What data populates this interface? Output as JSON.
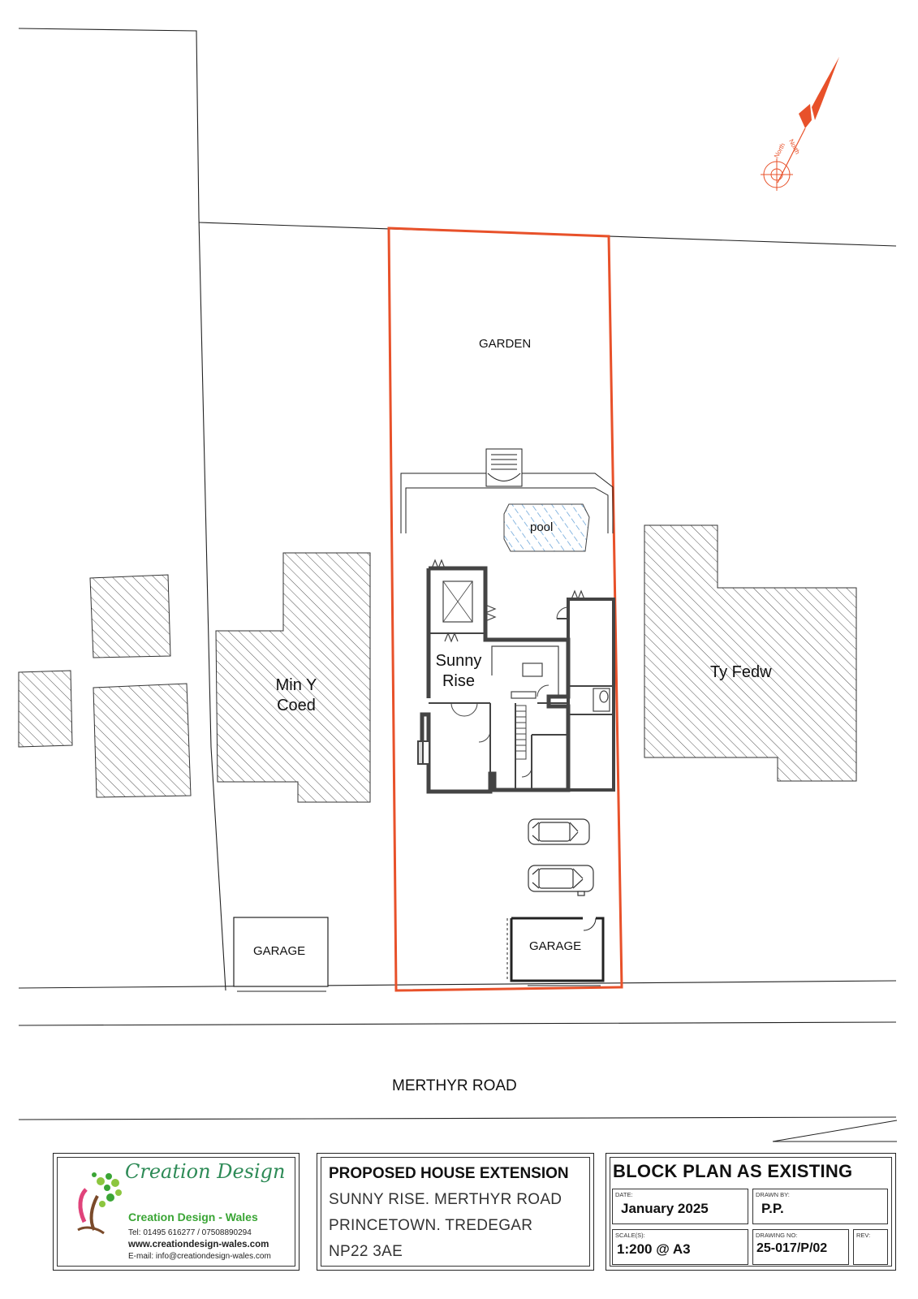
{
  "plan": {
    "labels": {
      "garden": "GARDEN",
      "pool": "pool",
      "sunny_rise": "Sunny\nRise",
      "min_y_coed": "Min Y\nCoed",
      "ty_fedw": "Ty Fedw",
      "garage_left": "GARAGE",
      "garage_right": "GARAGE",
      "road": "MERTHYR ROAD"
    },
    "north_arrow": {
      "label_a": "North",
      "label_b": "North"
    },
    "colors": {
      "boundary": "#e8512a",
      "hatch": "#555555",
      "pool": "#5a9bd5",
      "walls": "#444444"
    }
  },
  "title_block": {
    "logo": {
      "brand": "Creation Design",
      "subtitle": "Creation Design - Wales",
      "tel": "Tel: 01495 616277 / 07508890294",
      "web": "www.creationdesign-wales.com",
      "email": "E-mail: info@creationdesign-wales.com"
    },
    "project": {
      "title": "PROPOSED HOUSE EXTENSION",
      "line1": "SUNNY RISE. MERTHYR ROAD",
      "line2": "PRINCETOWN. TREDEGAR",
      "line3": "NP22 3AE"
    },
    "sheet": {
      "title": "BLOCK PLAN AS EXISTING",
      "date_label": "DATE:",
      "date": "January 2025",
      "drawn_label": "DRAWN BY:",
      "drawn": "P.P.",
      "scale_label": "SCALE(S):",
      "scale": "1:200 @ A3",
      "drawing_no_label": "DRAWING NO:",
      "drawing_no": "25-017/P/02",
      "rev_label": "REV:",
      "rev": ""
    }
  }
}
